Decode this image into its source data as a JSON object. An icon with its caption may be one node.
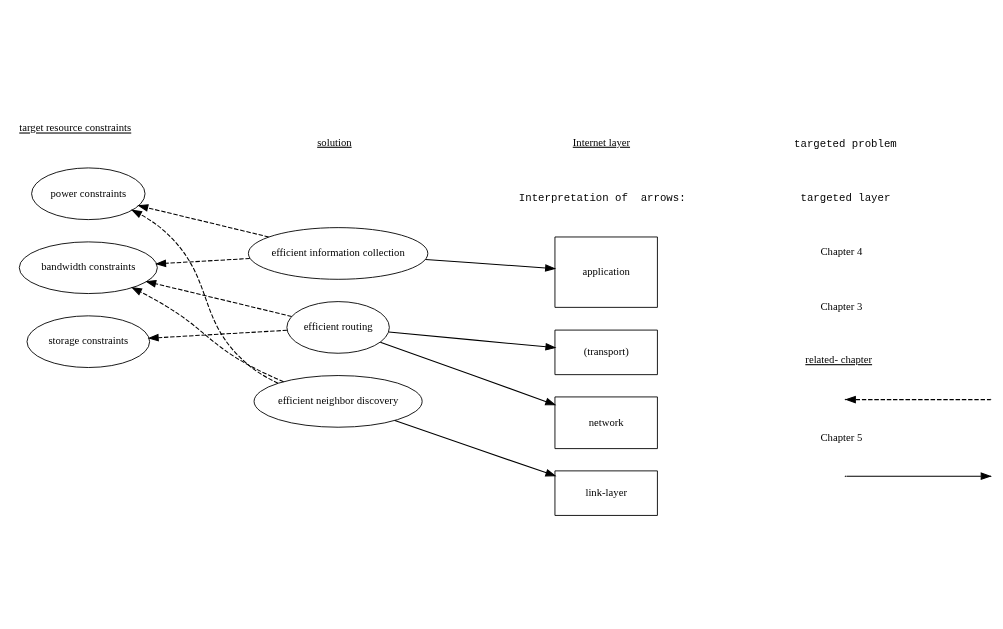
{
  "diagram": {
    "nodes": [
      {
        "text": [
          "power constraints"
        ]
      },
      {
        "text": [
          "bandwidth constraints"
        ]
      },
      {
        "text": [
          "storage constraints"
        ]
      },
      {
        "text": [
          "efficient information collection"
        ]
      },
      {
        "text": [
          "efficient routing"
        ]
      },
      {
        "text": [
          "efficient neighbor discovery"
        ]
      },
      {
        "text": [
          "application"
        ]
      },
      {
        "text": [
          "(transport)"
        ]
      },
      {
        "text": [
          "network"
        ]
      },
      {
        "text": [
          "link-layer"
        ]
      }
    ],
    "edges": [
      {
        "from": 3,
        "to": 0,
        "arrow": "to",
        "style": "dashed"
      },
      {
        "from": 3,
        "to": 1,
        "arrow": "to",
        "style": "dashed"
      },
      {
        "from": 4,
        "to": 1,
        "arrow": "to",
        "style": "dashed"
      },
      {
        "from": 4,
        "to": 2,
        "arrow": "to",
        "style": "dashed"
      },
      {
        "from": 5,
        "to": 0,
        "arrow": "to",
        "style": "dashed"
      },
      {
        "from": 5,
        "to": 1,
        "arrow": "to",
        "style": "dashed"
      },
      {
        "from": 3,
        "to": 6,
        "arrow": "to"
      },
      {
        "from": 4,
        "to": 7,
        "arrow": "to"
      },
      {
        "from": 4,
        "to": 8,
        "arrow": "to"
      },
      {
        "from": 5,
        "to": 9,
        "arrow": "to"
      }
    ],
    "labels": [
      "target resource constraints",
      "solution",
      "Internet layer",
      "related- chapter",
      "Chapter 5",
      "Chapter 4",
      "Chapter 3",
      "Interpretation of  arrows:"
    ],
    "legend": [
      {
        "text": "targeted problem"
      },
      {
        "text": "targeted layer"
      }
    ]
  }
}
